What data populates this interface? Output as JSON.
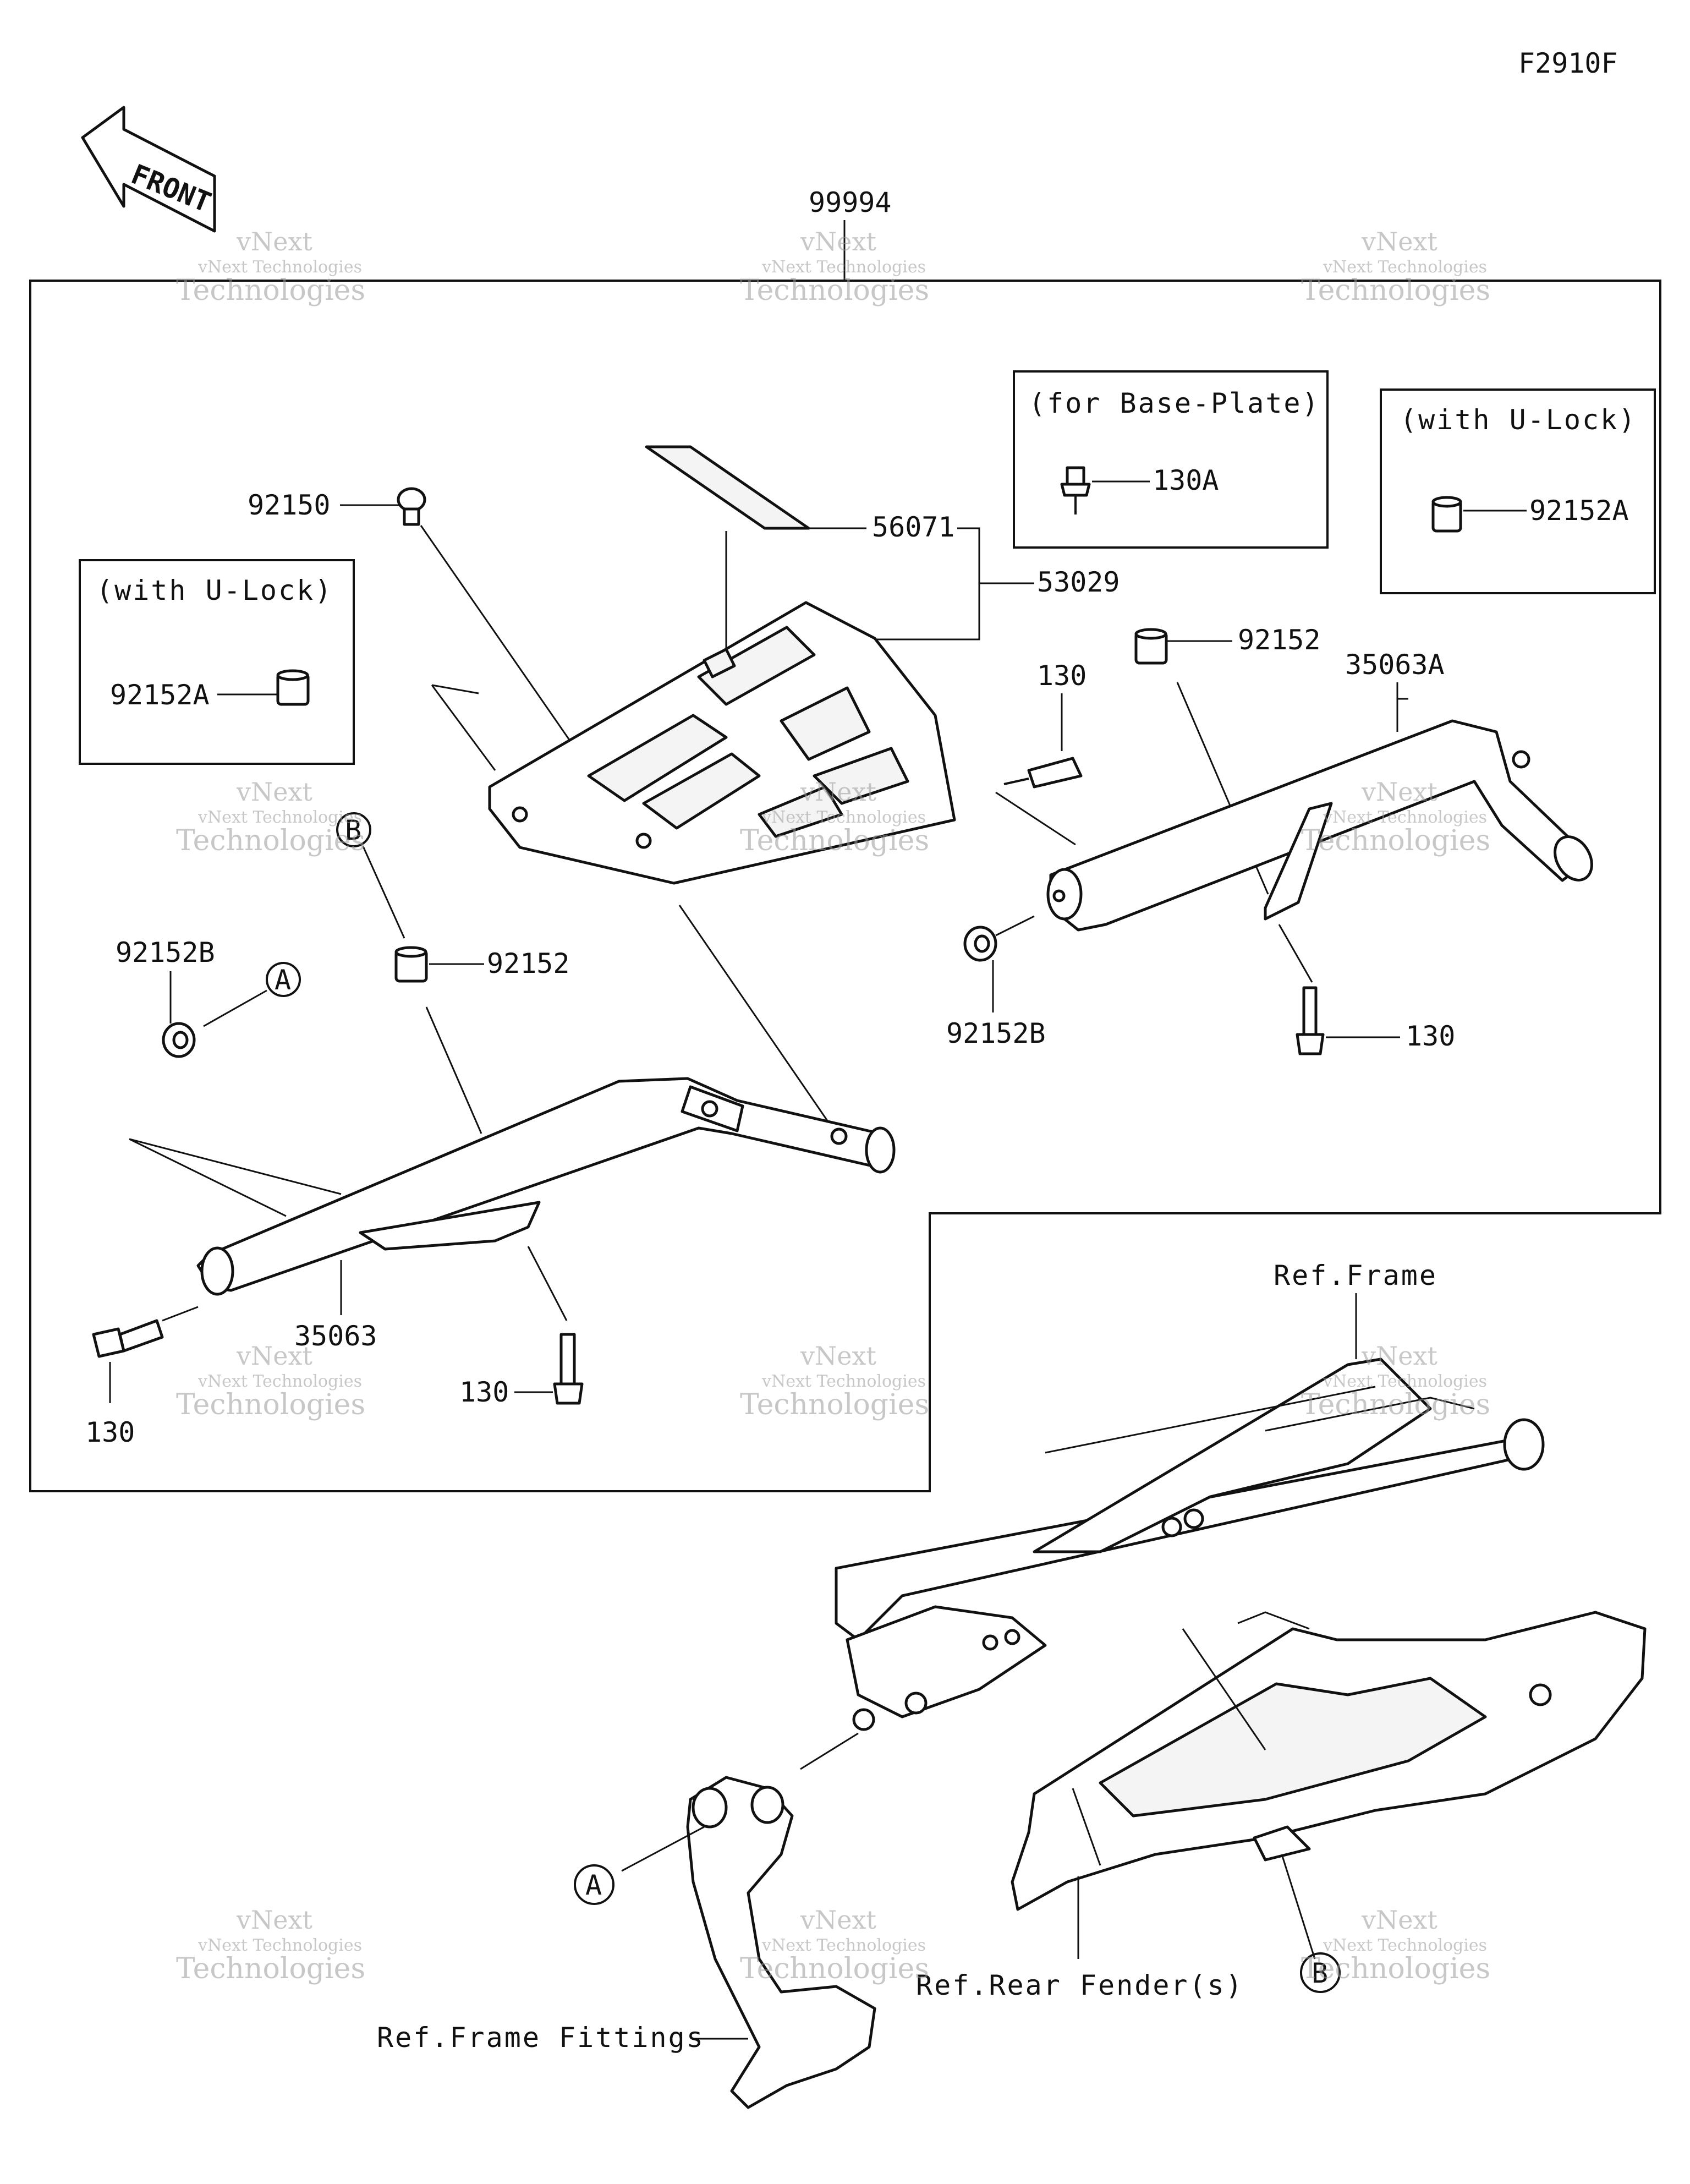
{
  "figure_code": "F2910F",
  "front_label": "FRONT",
  "kit_number": "99994",
  "boxes": {
    "base_plate": {
      "title": "(for Base-Plate)",
      "part": "130A"
    },
    "u_lock_right": {
      "title": "(with U-Lock)",
      "part": "92152A"
    },
    "u_lock_left": {
      "title": "(with U-Lock)",
      "part": "92152A"
    }
  },
  "parts": {
    "p92150": "92150",
    "p56071": "56071",
    "p53029": "53029",
    "p92152_right": "92152",
    "p35063A": "35063A",
    "p130_top": "130",
    "p92152B_right": "92152B",
    "p130_right": "130",
    "p92152B_left": "92152B",
    "p92152_left": "92152",
    "p35063": "35063",
    "p130_mid": "130",
    "p130_left": "130"
  },
  "callouts": {
    "a1": "A",
    "b1": "B",
    "a2": "A",
    "b2": "B"
  },
  "refs": {
    "frame": "Ref.Frame",
    "rear_fender": "Ref.Rear Fender(s)",
    "frame_fittings": "Ref.Frame Fittings"
  },
  "watermark": {
    "line1": "vNext",
    "line2": "vNext Technologies",
    "line3": "Technologies"
  }
}
